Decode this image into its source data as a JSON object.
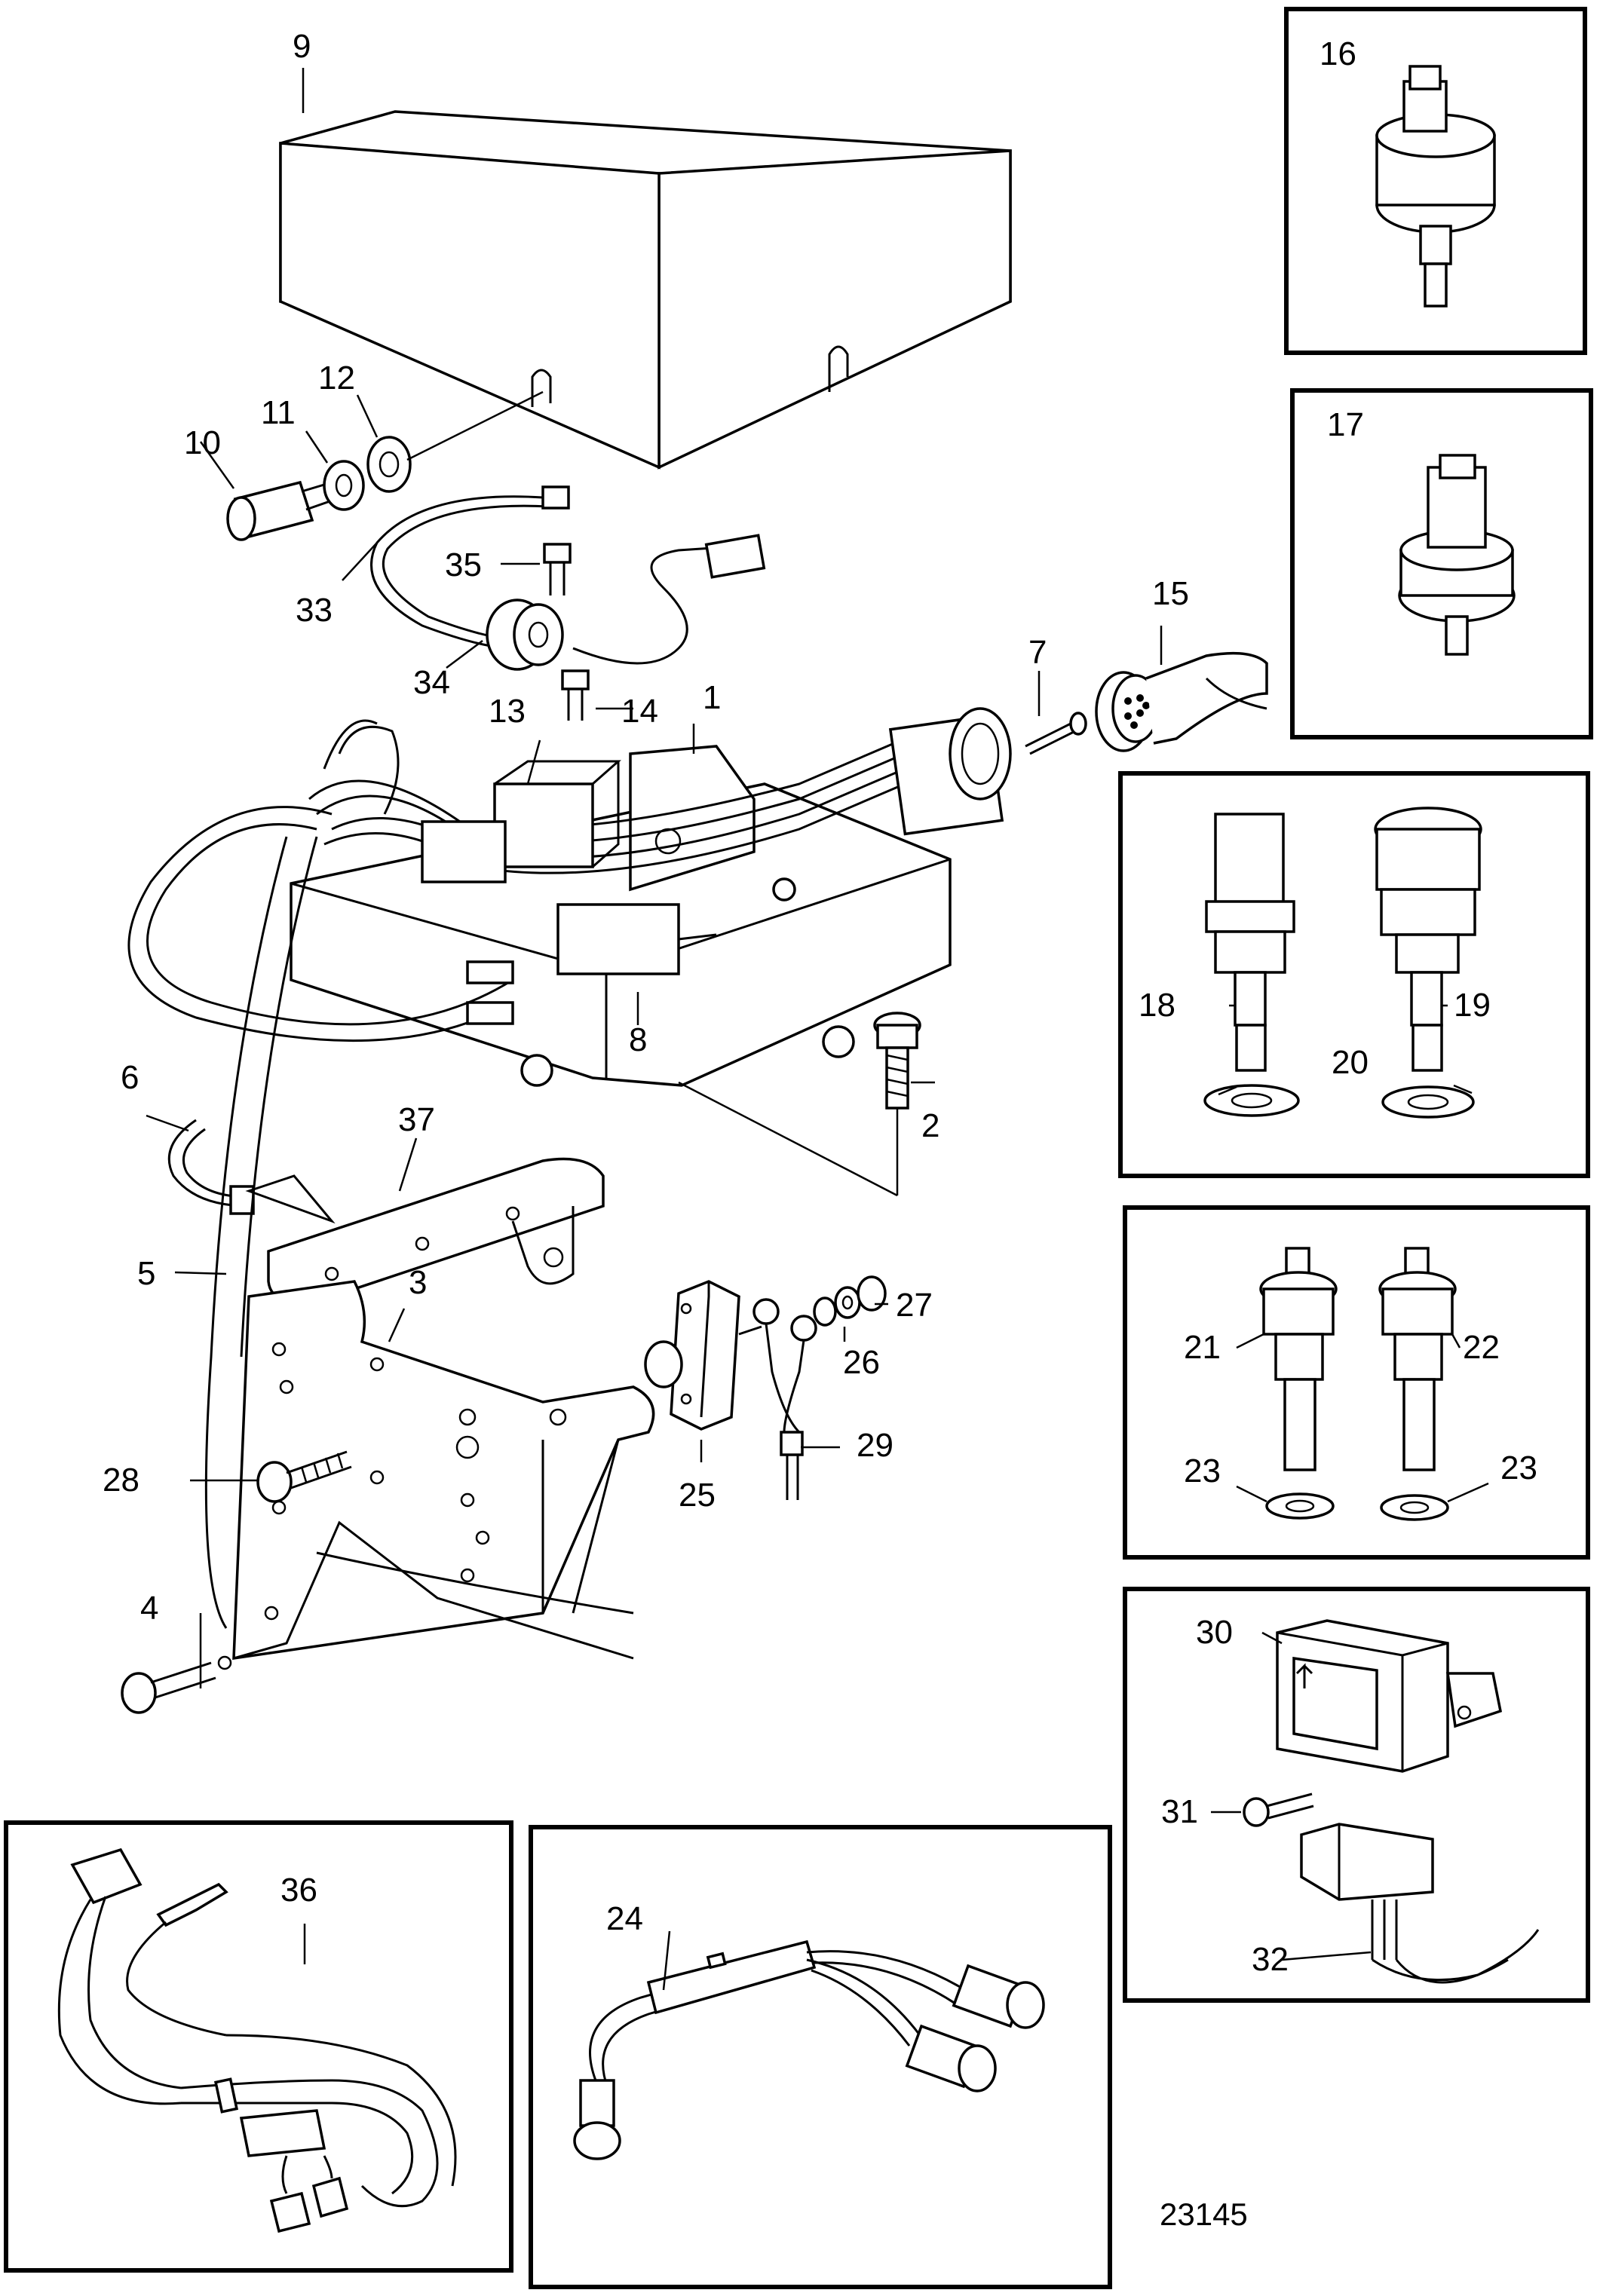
{
  "document_number": "23145",
  "callouts": [
    {
      "id": "1",
      "text": "1"
    },
    {
      "id": "2",
      "text": "2"
    },
    {
      "id": "3",
      "text": "3"
    },
    {
      "id": "4",
      "text": "4"
    },
    {
      "id": "5",
      "text": "5"
    },
    {
      "id": "6",
      "text": "6"
    },
    {
      "id": "7",
      "text": "7"
    },
    {
      "id": "8",
      "text": "8"
    },
    {
      "id": "9",
      "text": "9"
    },
    {
      "id": "10",
      "text": "10"
    },
    {
      "id": "11",
      "text": "11"
    },
    {
      "id": "12",
      "text": "12"
    },
    {
      "id": "13",
      "text": "13"
    },
    {
      "id": "14",
      "text": "14"
    },
    {
      "id": "15",
      "text": "15"
    },
    {
      "id": "16",
      "text": "16"
    },
    {
      "id": "17",
      "text": "17"
    },
    {
      "id": "18",
      "text": "18"
    },
    {
      "id": "19",
      "text": "19"
    },
    {
      "id": "20",
      "text": "20"
    },
    {
      "id": "21",
      "text": "21"
    },
    {
      "id": "22",
      "text": "22"
    },
    {
      "id": "23a",
      "text": "23"
    },
    {
      "id": "23b",
      "text": "23"
    },
    {
      "id": "24",
      "text": "24"
    },
    {
      "id": "25",
      "text": "25"
    },
    {
      "id": "26",
      "text": "26"
    },
    {
      "id": "27",
      "text": "27"
    },
    {
      "id": "28",
      "text": "28"
    },
    {
      "id": "29",
      "text": "29"
    },
    {
      "id": "30",
      "text": "30"
    },
    {
      "id": "31",
      "text": "31"
    },
    {
      "id": "32",
      "text": "32"
    },
    {
      "id": "33",
      "text": "33"
    },
    {
      "id": "34",
      "text": "34"
    },
    {
      "id": "35",
      "text": "35"
    },
    {
      "id": "36",
      "text": "36"
    },
    {
      "id": "37",
      "text": "37"
    }
  ]
}
